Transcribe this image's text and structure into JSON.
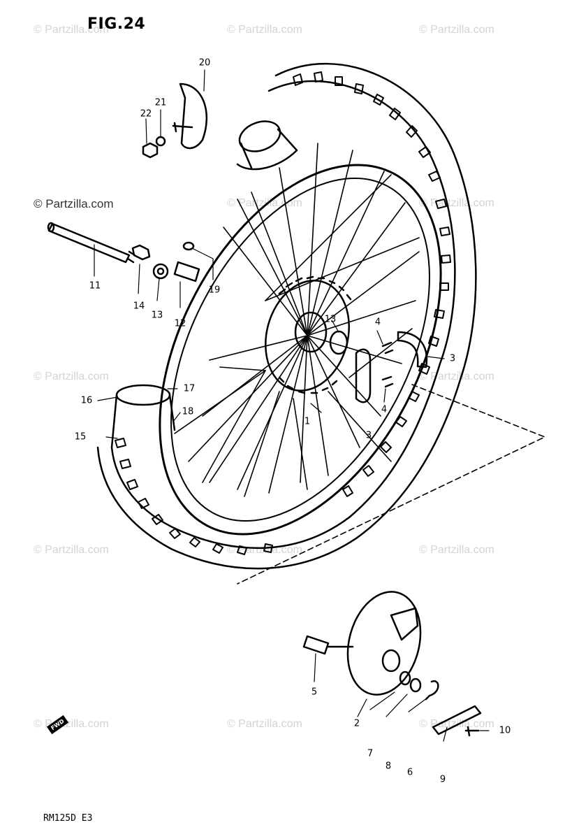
{
  "figure": {
    "title": "FIG.24",
    "model_code": "RM125D E3"
  },
  "watermark": {
    "text": "© Partzilla.com",
    "prominent_text": "© Partzilla.com"
  },
  "forward_marker": {
    "text": "FWD",
    "icon": "forward-arrow-icon"
  },
  "callouts": [
    {
      "id": "1",
      "label": "1"
    },
    {
      "id": "2",
      "label": "2"
    },
    {
      "id": "3a",
      "label": "3"
    },
    {
      "id": "3b",
      "label": "3"
    },
    {
      "id": "4a",
      "label": "4"
    },
    {
      "id": "4b",
      "label": "4"
    },
    {
      "id": "5",
      "label": "5"
    },
    {
      "id": "6",
      "label": "6"
    },
    {
      "id": "7",
      "label": "7"
    },
    {
      "id": "8",
      "label": "8"
    },
    {
      "id": "9",
      "label": "9"
    },
    {
      "id": "10",
      "label": "10"
    },
    {
      "id": "11",
      "label": "11"
    },
    {
      "id": "12",
      "label": "12"
    },
    {
      "id": "13a",
      "label": "13"
    },
    {
      "id": "13b",
      "label": "13"
    },
    {
      "id": "14",
      "label": "14"
    },
    {
      "id": "15",
      "label": "15"
    },
    {
      "id": "16",
      "label": "16"
    },
    {
      "id": "17",
      "label": "17"
    },
    {
      "id": "18",
      "label": "18"
    },
    {
      "id": "19",
      "label": "19"
    },
    {
      "id": "20",
      "label": "20"
    },
    {
      "id": "21",
      "label": "21"
    },
    {
      "id": "22",
      "label": "22"
    }
  ],
  "colors": {
    "ink": "#000000",
    "watermark": "#d3d3d3",
    "background": "#ffffff"
  }
}
